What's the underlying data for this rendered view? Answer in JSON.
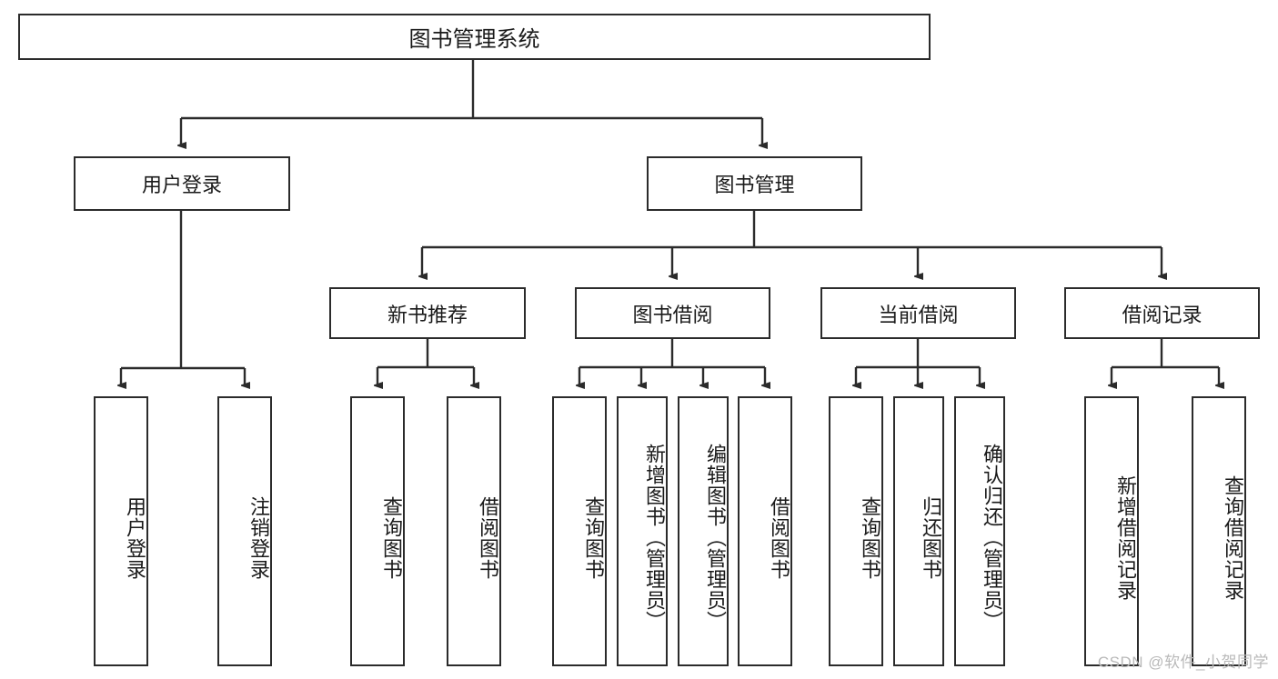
{
  "diagram": {
    "title_node": {
      "label": "图书管理系统"
    },
    "level2": [
      {
        "id": "user-login",
        "label": "用户登录"
      },
      {
        "id": "book-management",
        "label": "图书管理"
      }
    ],
    "level3": [
      {
        "id": "new-book-recommend",
        "label": "新书推荐"
      },
      {
        "id": "book-borrow",
        "label": "图书借阅"
      },
      {
        "id": "current-borrow",
        "label": "当前借阅"
      },
      {
        "id": "borrow-record",
        "label": "借阅记录"
      }
    ],
    "leaves": [
      {
        "id": "leaf-user-login",
        "label": "用户登录"
      },
      {
        "id": "leaf-logout",
        "label": "注销登录"
      },
      {
        "id": "leaf-query-book-1",
        "label": "查询图书"
      },
      {
        "id": "leaf-borrow-book-1",
        "label": "借阅图书"
      },
      {
        "id": "leaf-query-book-2",
        "label": "查询图书"
      },
      {
        "id": "leaf-add-book",
        "label": "新增图书（管理员）"
      },
      {
        "id": "leaf-edit-book",
        "label": "编辑图书（管理员）"
      },
      {
        "id": "leaf-borrow-book-2",
        "label": "借阅图书"
      },
      {
        "id": "leaf-query-book-3",
        "label": "查询图书"
      },
      {
        "id": "leaf-return-book",
        "label": "归还图书"
      },
      {
        "id": "leaf-confirm-return",
        "label": "确认归还（管理员）"
      },
      {
        "id": "leaf-add-record",
        "label": "新增借阅记录"
      },
      {
        "id": "leaf-query-record",
        "label": "查询借阅记录"
      }
    ]
  },
  "watermark": {
    "text": "CSDN @软件_小贺同学"
  },
  "colors": {
    "stroke": "#2b2b2b",
    "background": "#ffffff",
    "text": "#1a1a1a",
    "watermark": "#b9b9b9"
  }
}
